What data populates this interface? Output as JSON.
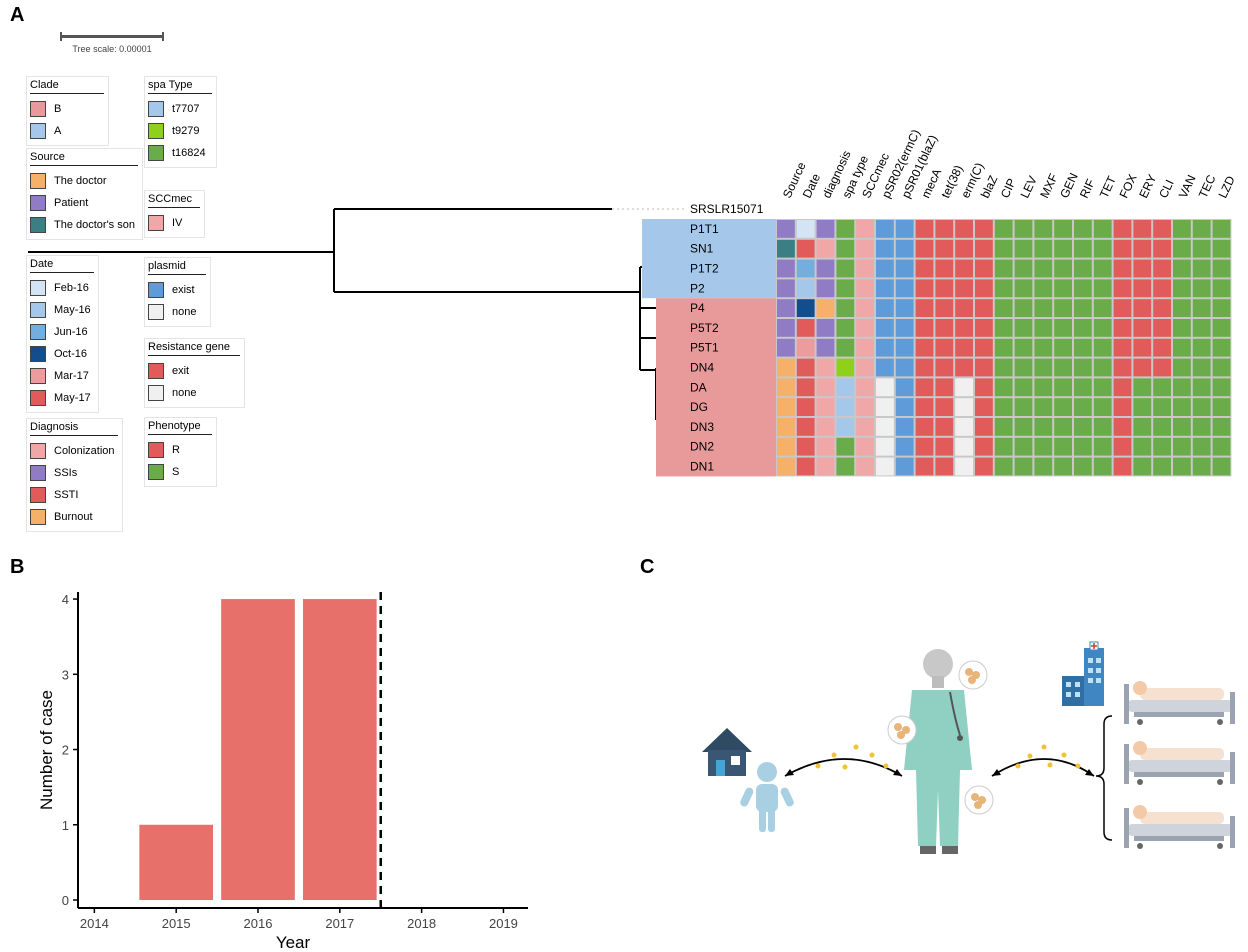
{
  "panels": {
    "a": "A",
    "b": "B",
    "c": "C"
  },
  "tree_scale_label": "Tree scale: 0.00001",
  "legends": {
    "clade": {
      "title": "Clade",
      "items": [
        {
          "label": "B",
          "color": "#e89a9a"
        },
        {
          "label": "A",
          "color": "#a5c8ea"
        }
      ]
    },
    "spa": {
      "title": "spa Type",
      "items": [
        {
          "label": "t7707",
          "color": "#a5c8ea"
        },
        {
          "label": "t9279",
          "color": "#8fd11a"
        },
        {
          "label": "t16824",
          "color": "#6aac4a"
        }
      ]
    },
    "source": {
      "title": "Source",
      "items": [
        {
          "label": "The doctor",
          "color": "#f5b06a"
        },
        {
          "label": "Patient",
          "color": "#8f7cc4"
        },
        {
          "label": "The doctor's son",
          "color": "#3b7f85"
        }
      ]
    },
    "sccmec": {
      "title": "SCCmec",
      "items": [
        {
          "label": "IV",
          "color": "#f0a7a7"
        }
      ]
    },
    "date": {
      "title": "Date",
      "items": [
        {
          "label": "Feb-16",
          "color": "#d3e4f5"
        },
        {
          "label": "May-16",
          "color": "#a4c7ea"
        },
        {
          "label": "Jun-16",
          "color": "#74aedf"
        },
        {
          "label": "Oct-16",
          "color": "#124d8e"
        },
        {
          "label": "Mar-17",
          "color": "#ec9c9c"
        },
        {
          "label": "May-17",
          "color": "#e25b5b"
        }
      ]
    },
    "plasmid": {
      "title": "plasmid",
      "items": [
        {
          "label": "exist",
          "color": "#5e9bd8"
        },
        {
          "label": "none",
          "color": "#f0f0f0"
        }
      ]
    },
    "resistance": {
      "title": "Resistance gene",
      "items": [
        {
          "label": "exit",
          "color": "#e25b5b"
        },
        {
          "label": "none",
          "color": "#f0f0f0"
        }
      ]
    },
    "diagnosis": {
      "title": "Diagnosis",
      "items": [
        {
          "label": "Colonization",
          "color": "#f0a7a7"
        },
        {
          "label": "SSIs",
          "color": "#8f7cc4"
        },
        {
          "label": "SSTI",
          "color": "#e25b5b"
        },
        {
          "label": "Burnout",
          "color": "#f5b06a"
        }
      ]
    },
    "phenotype": {
      "title": "Phenotype",
      "items": [
        {
          "label": "R",
          "color": "#e25b5b"
        },
        {
          "label": "S",
          "color": "#6aac4a"
        }
      ]
    }
  },
  "heatmap": {
    "root_label": "SRSLR15071",
    "columns": [
      "Source",
      "Date",
      "diagnosis",
      "spa type",
      "SCCmec",
      "pSR02(ermC)",
      "pSR01(blaZ)",
      "mecA",
      "tet(38)",
      "erm(C)",
      "blaZ",
      "CIP",
      "LEV",
      "MXF",
      "GEN",
      "RIF",
      "TET",
      "FOX",
      "ERY",
      "CLI",
      "VAN",
      "TEC",
      "LZD"
    ],
    "rows": [
      {
        "label": "P1T1",
        "clade": "A",
        "cells": [
          "#8f7cc4",
          "#d3e4f5",
          "#8f7cc4",
          "#6aac4a",
          "#f0a7a7",
          "#5e9bd8",
          "#5e9bd8",
          "#e25b5b",
          "#e25b5b",
          "#e25b5b",
          "#e25b5b",
          "#6aac4a",
          "#6aac4a",
          "#6aac4a",
          "#6aac4a",
          "#6aac4a",
          "#6aac4a",
          "#e25b5b",
          "#e25b5b",
          "#e25b5b",
          "#6aac4a",
          "#6aac4a",
          "#6aac4a"
        ]
      },
      {
        "label": "SN1",
        "clade": "A",
        "cells": [
          "#3b7f85",
          "#e25b5b",
          "#f0a7a7",
          "#6aac4a",
          "#f0a7a7",
          "#5e9bd8",
          "#5e9bd8",
          "#e25b5b",
          "#e25b5b",
          "#e25b5b",
          "#e25b5b",
          "#6aac4a",
          "#6aac4a",
          "#6aac4a",
          "#6aac4a",
          "#6aac4a",
          "#6aac4a",
          "#e25b5b",
          "#e25b5b",
          "#e25b5b",
          "#6aac4a",
          "#6aac4a",
          "#6aac4a"
        ]
      },
      {
        "label": "P1T2",
        "clade": "A",
        "cells": [
          "#8f7cc4",
          "#74aedf",
          "#8f7cc4",
          "#6aac4a",
          "#f0a7a7",
          "#5e9bd8",
          "#5e9bd8",
          "#e25b5b",
          "#e25b5b",
          "#e25b5b",
          "#e25b5b",
          "#6aac4a",
          "#6aac4a",
          "#6aac4a",
          "#6aac4a",
          "#6aac4a",
          "#6aac4a",
          "#e25b5b",
          "#e25b5b",
          "#e25b5b",
          "#6aac4a",
          "#6aac4a",
          "#6aac4a"
        ]
      },
      {
        "label": "P2",
        "clade": "A",
        "cells": [
          "#8f7cc4",
          "#a4c7ea",
          "#8f7cc4",
          "#6aac4a",
          "#f0a7a7",
          "#5e9bd8",
          "#5e9bd8",
          "#e25b5b",
          "#e25b5b",
          "#e25b5b",
          "#e25b5b",
          "#6aac4a",
          "#6aac4a",
          "#6aac4a",
          "#6aac4a",
          "#6aac4a",
          "#6aac4a",
          "#e25b5b",
          "#e25b5b",
          "#e25b5b",
          "#6aac4a",
          "#6aac4a",
          "#6aac4a"
        ]
      },
      {
        "label": "P4",
        "clade": "B",
        "cells": [
          "#8f7cc4",
          "#124d8e",
          "#f5b06a",
          "#6aac4a",
          "#f0a7a7",
          "#5e9bd8",
          "#5e9bd8",
          "#e25b5b",
          "#e25b5b",
          "#e25b5b",
          "#e25b5b",
          "#6aac4a",
          "#6aac4a",
          "#6aac4a",
          "#6aac4a",
          "#6aac4a",
          "#6aac4a",
          "#e25b5b",
          "#e25b5b",
          "#e25b5b",
          "#6aac4a",
          "#6aac4a",
          "#6aac4a"
        ]
      },
      {
        "label": "P5T2",
        "clade": "B",
        "cells": [
          "#8f7cc4",
          "#e25b5b",
          "#8f7cc4",
          "#6aac4a",
          "#f0a7a7",
          "#5e9bd8",
          "#5e9bd8",
          "#e25b5b",
          "#e25b5b",
          "#e25b5b",
          "#e25b5b",
          "#6aac4a",
          "#6aac4a",
          "#6aac4a",
          "#6aac4a",
          "#6aac4a",
          "#6aac4a",
          "#e25b5b",
          "#e25b5b",
          "#e25b5b",
          "#6aac4a",
          "#6aac4a",
          "#6aac4a"
        ]
      },
      {
        "label": "P5T1",
        "clade": "B",
        "cells": [
          "#8f7cc4",
          "#ec9c9c",
          "#8f7cc4",
          "#6aac4a",
          "#f0a7a7",
          "#5e9bd8",
          "#5e9bd8",
          "#e25b5b",
          "#e25b5b",
          "#e25b5b",
          "#e25b5b",
          "#6aac4a",
          "#6aac4a",
          "#6aac4a",
          "#6aac4a",
          "#6aac4a",
          "#6aac4a",
          "#e25b5b",
          "#e25b5b",
          "#e25b5b",
          "#6aac4a",
          "#6aac4a",
          "#6aac4a"
        ]
      },
      {
        "label": "DN4",
        "clade": "B",
        "cells": [
          "#f5b06a",
          "#e25b5b",
          "#f0a7a7",
          "#8fd11a",
          "#f0a7a7",
          "#5e9bd8",
          "#5e9bd8",
          "#e25b5b",
          "#e25b5b",
          "#e25b5b",
          "#e25b5b",
          "#6aac4a",
          "#6aac4a",
          "#6aac4a",
          "#6aac4a",
          "#6aac4a",
          "#6aac4a",
          "#e25b5b",
          "#e25b5b",
          "#e25b5b",
          "#6aac4a",
          "#6aac4a",
          "#6aac4a"
        ]
      },
      {
        "label": "DA",
        "clade": "B",
        "cells": [
          "#f5b06a",
          "#e25b5b",
          "#f0a7a7",
          "#a5c8ea",
          "#f0a7a7",
          "#f0f0f0",
          "#5e9bd8",
          "#e25b5b",
          "#e25b5b",
          "#f0f0f0",
          "#e25b5b",
          "#6aac4a",
          "#6aac4a",
          "#6aac4a",
          "#6aac4a",
          "#6aac4a",
          "#6aac4a",
          "#e25b5b",
          "#6aac4a",
          "#6aac4a",
          "#6aac4a",
          "#6aac4a",
          "#6aac4a"
        ]
      },
      {
        "label": "DG",
        "clade": "B",
        "cells": [
          "#f5b06a",
          "#e25b5b",
          "#f0a7a7",
          "#a5c8ea",
          "#f0a7a7",
          "#f0f0f0",
          "#5e9bd8",
          "#e25b5b",
          "#e25b5b",
          "#f0f0f0",
          "#e25b5b",
          "#6aac4a",
          "#6aac4a",
          "#6aac4a",
          "#6aac4a",
          "#6aac4a",
          "#6aac4a",
          "#e25b5b",
          "#6aac4a",
          "#6aac4a",
          "#6aac4a",
          "#6aac4a",
          "#6aac4a"
        ]
      },
      {
        "label": "DN3",
        "clade": "B",
        "cells": [
          "#f5b06a",
          "#e25b5b",
          "#f0a7a7",
          "#a5c8ea",
          "#f0a7a7",
          "#f0f0f0",
          "#5e9bd8",
          "#e25b5b",
          "#e25b5b",
          "#f0f0f0",
          "#e25b5b",
          "#6aac4a",
          "#6aac4a",
          "#6aac4a",
          "#6aac4a",
          "#6aac4a",
          "#6aac4a",
          "#e25b5b",
          "#6aac4a",
          "#6aac4a",
          "#6aac4a",
          "#6aac4a",
          "#6aac4a"
        ]
      },
      {
        "label": "DN2",
        "clade": "B",
        "cells": [
          "#f5b06a",
          "#e25b5b",
          "#f0a7a7",
          "#6aac4a",
          "#f0a7a7",
          "#f0f0f0",
          "#5e9bd8",
          "#e25b5b",
          "#e25b5b",
          "#f0f0f0",
          "#e25b5b",
          "#6aac4a",
          "#6aac4a",
          "#6aac4a",
          "#6aac4a",
          "#6aac4a",
          "#6aac4a",
          "#e25b5b",
          "#6aac4a",
          "#6aac4a",
          "#6aac4a",
          "#6aac4a",
          "#6aac4a"
        ]
      },
      {
        "label": "DN1",
        "clade": "B",
        "cells": [
          "#f5b06a",
          "#e25b5b",
          "#f0a7a7",
          "#6aac4a",
          "#f0a7a7",
          "#f0f0f0",
          "#5e9bd8",
          "#e25b5b",
          "#e25b5b",
          "#f0f0f0",
          "#e25b5b",
          "#6aac4a",
          "#6aac4a",
          "#6aac4a",
          "#6aac4a",
          "#6aac4a",
          "#6aac4a",
          "#e25b5b",
          "#6aac4a",
          "#6aac4a",
          "#6aac4a",
          "#6aac4a",
          "#6aac4a"
        ]
      }
    ],
    "clade_colors": {
      "A": "#a5c8ea",
      "B": "#e89a9a"
    }
  },
  "chart_data": {
    "type": "bar",
    "categories": [
      "2014",
      "2015",
      "2016",
      "2017",
      "2018",
      "2019"
    ],
    "values": [
      0,
      1,
      4,
      4,
      0,
      0
    ],
    "xlabel": "Year",
    "ylabel": "Number of case",
    "ylim": [
      0,
      4.2
    ],
    "yticks": [
      0,
      1,
      2,
      3,
      4
    ],
    "bar_color": "#e8706a",
    "dashed_line_at": 2017.5,
    "grid": false
  }
}
